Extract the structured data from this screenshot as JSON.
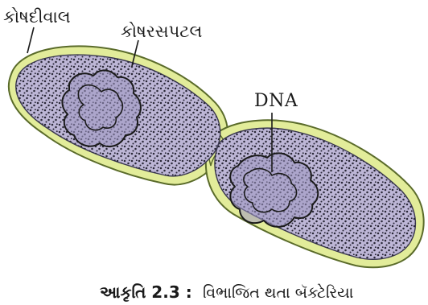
{
  "labels": {
    "cell_wall": "કોષદીવાલ",
    "cytoplasm": "કોષરસપટલ",
    "dna": "DNA"
  },
  "caption": {
    "number": "આકૃતિ 2.3 :",
    "text": "વિભાજિત થતા બૅક્ટેરિયા"
  },
  "colors": {
    "cell_wall_fill": "#e2ec9a",
    "cell_wall_stroke": "#5a6b2a",
    "cytoplasm_fill": "#bdb6d6",
    "cytoplasm_dots": "#2a2838",
    "dna_outline": "#1a1a1a",
    "nucleoid_fill": "#9f97c2"
  }
}
